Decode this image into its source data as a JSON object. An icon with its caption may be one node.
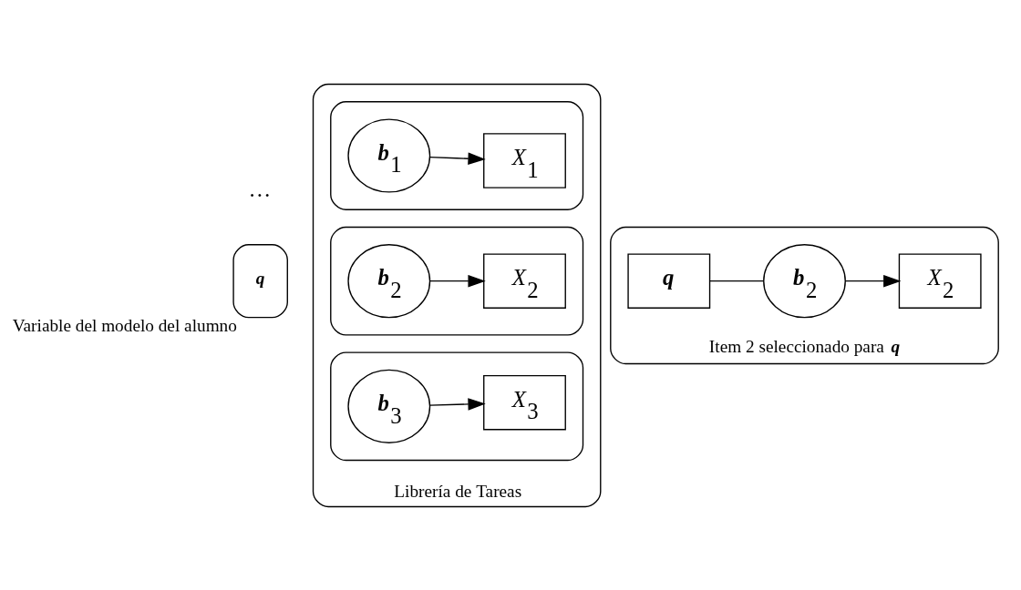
{
  "diagram": {
    "nodes": [
      {
        "text": [
          "q"
        ],
        "beside": [
          "Variable del modelo del alumno"
        ]
      },
      {
        "text": [
          "Librería de Tareas"
        ]
      },
      {
        "text": [],
        "shape": "box",
        "in": 1
      },
      {
        "text": [
          "**b**$_{1}$"
        ],
        "in": 2
      },
      {
        "text": [
          "*X*$_{1}$"
        ],
        "in": 2
      },
      {
        "text": [],
        "shape": "box",
        "in": 1
      },
      {
        "text": [
          "**b**$_{2}$"
        ],
        "in": 5
      },
      {
        "text": [
          "*X*$_{2}$"
        ],
        "in": 5
      },
      {
        "text": [],
        "shape": "box",
        "in": 1
      },
      {
        "text": [
          "**b**$_{3}$"
        ],
        "in": 8
      },
      {
        "text": [
          "*X*$_{3}$"
        ],
        "in": 8
      },
      {
        "text": [
          "Item 2 seleccionado para **q**"
        ]
      },
      {
        "text": [
          "q"
        ],
        "in": 11
      },
      {
        "text": [
          "**b**$_{2}$"
        ],
        "in": 11
      },
      {
        "text": [
          "*X*$_{2}$"
        ],
        "in": 11
      }
    ],
    "edges": [
      {
        "from": 3,
        "to": 4,
        "arrow": "to"
      },
      {
        "from": 6,
        "to": 7,
        "arrow": "to"
      },
      {
        "from": 9,
        "to": 10,
        "arrow": "to"
      },
      {
        "from": 12,
        "to": 13,
        "arrow": "none"
      },
      {
        "from": 13,
        "to": 14,
        "arrow": "to"
      }
    ],
    "labels": [
      "…"
    ]
  }
}
